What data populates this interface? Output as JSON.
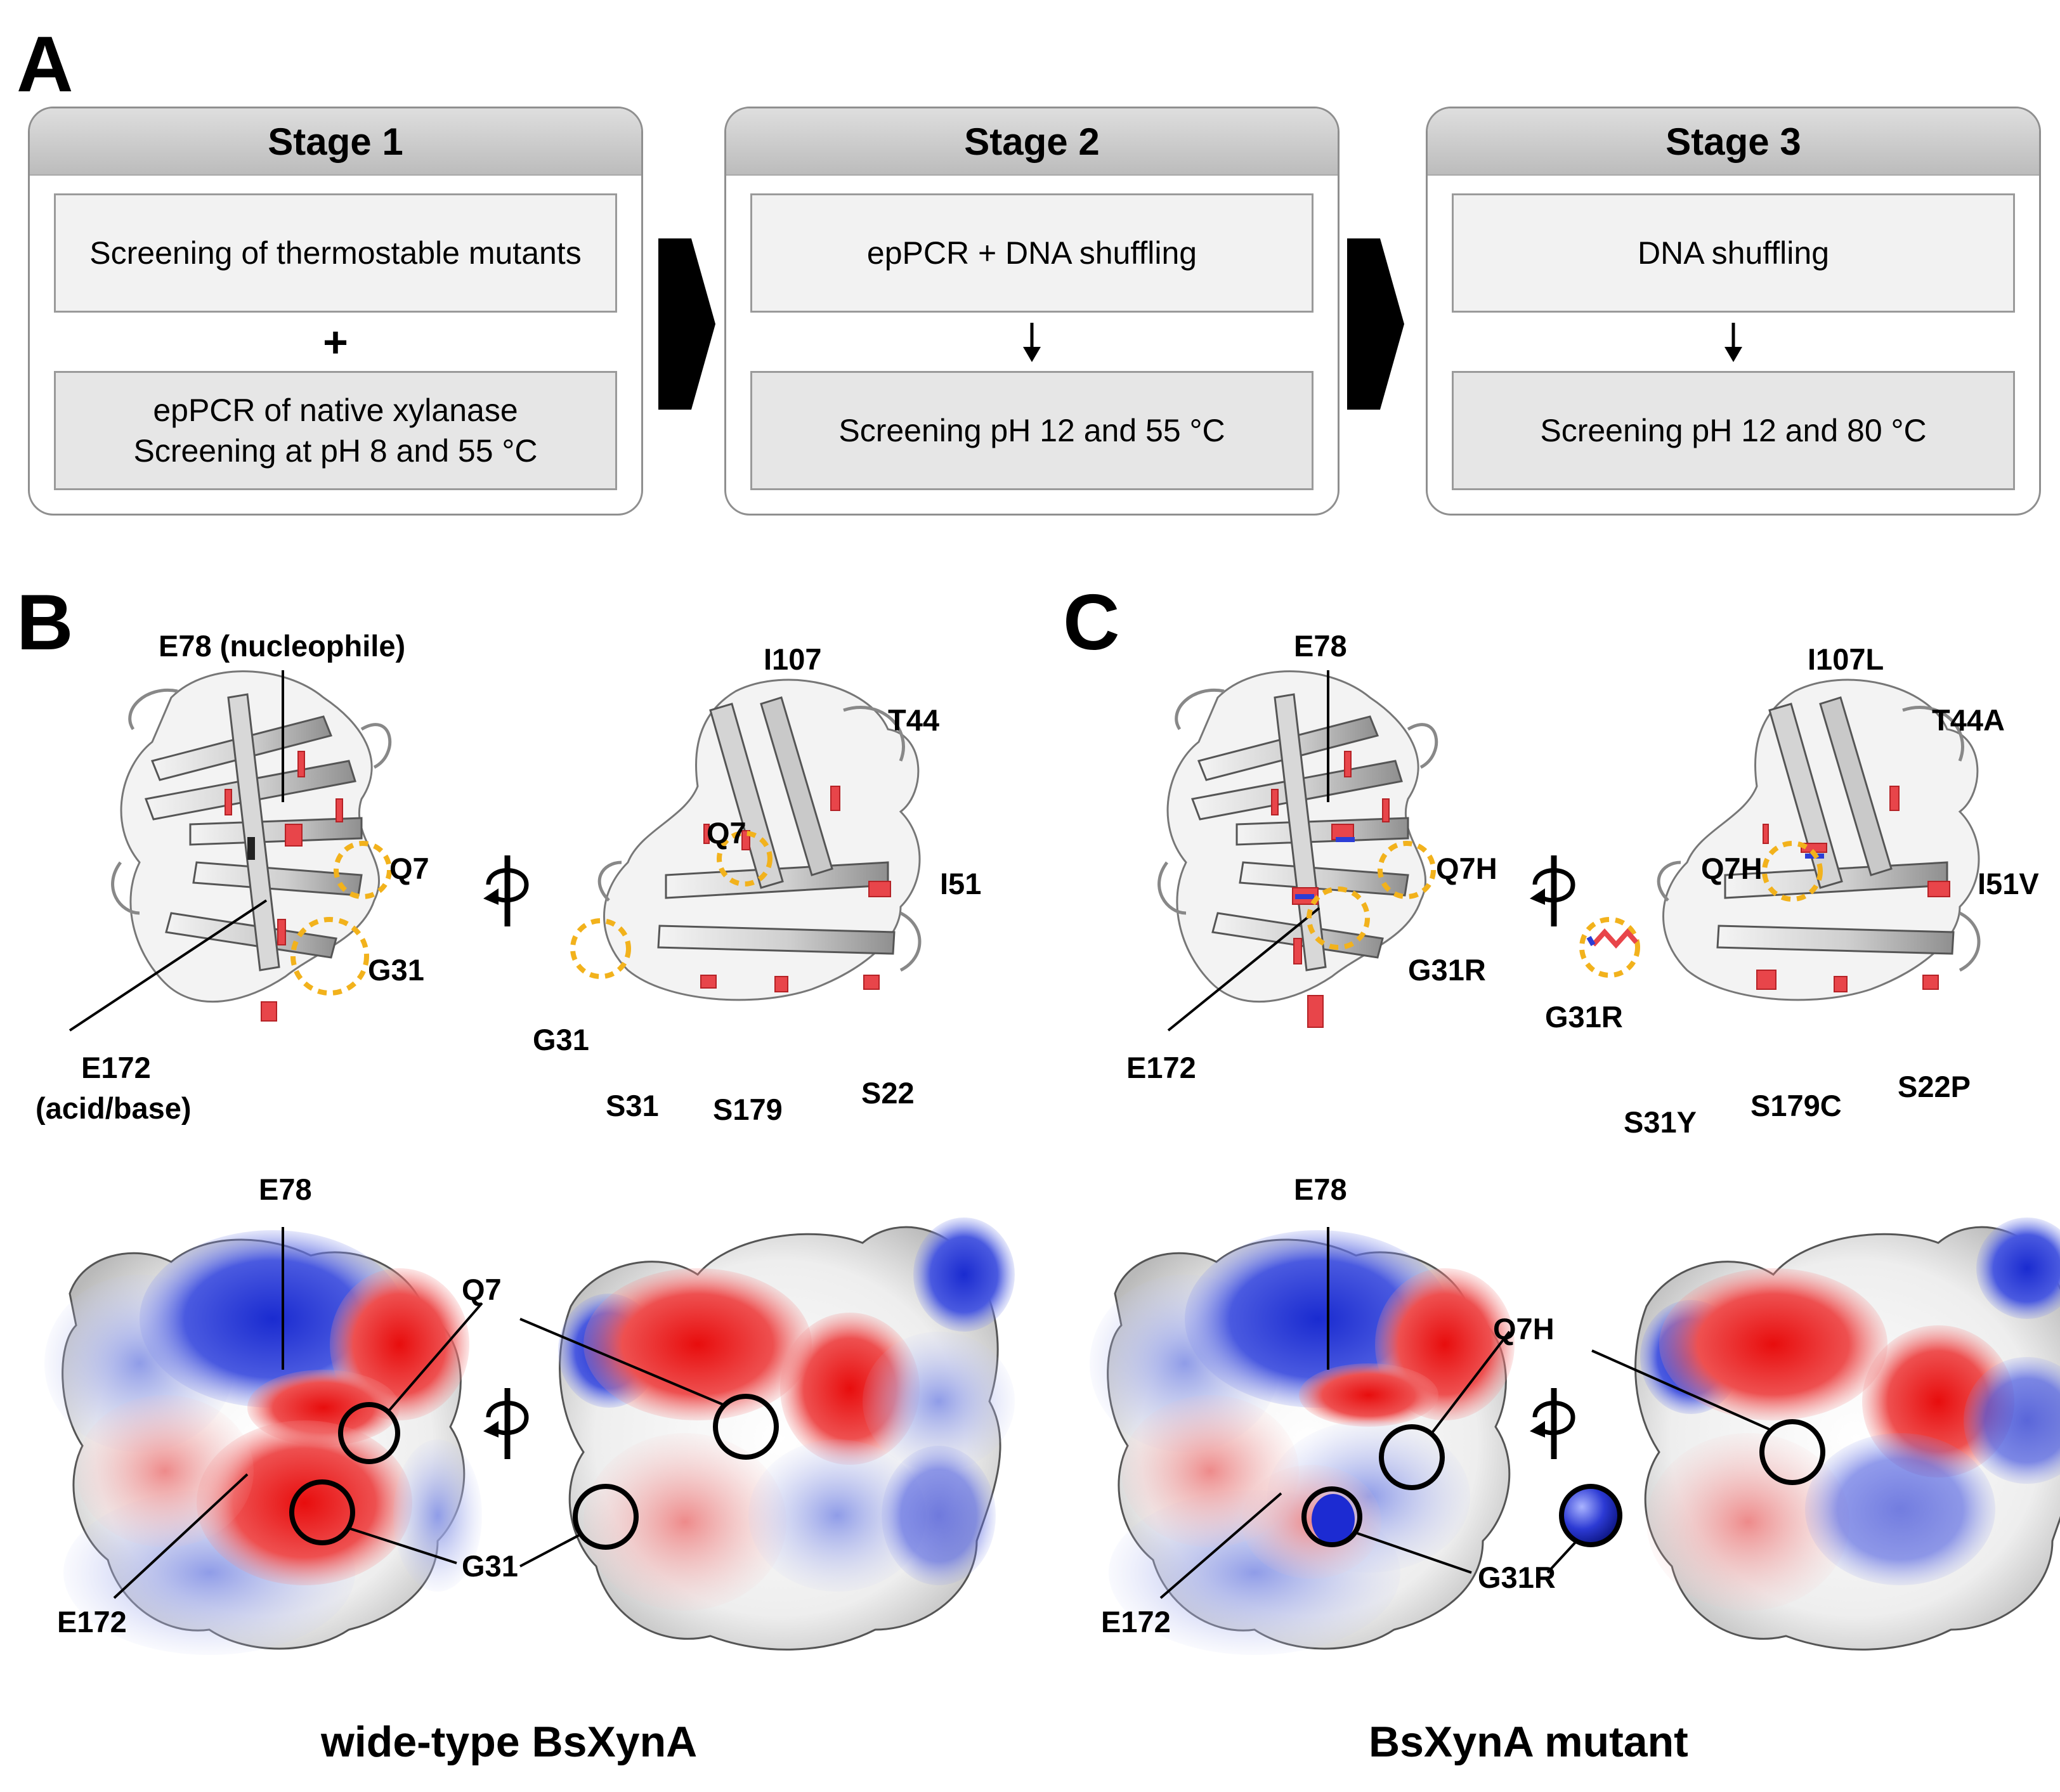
{
  "panels": {
    "a": "A",
    "b": "B",
    "c": "C"
  },
  "stages": [
    {
      "title": "Stage 1",
      "top_text": "Screening of thermostable mutants",
      "connector": "+",
      "bottom_line1": "epPCR of native xylanase",
      "bottom_line2": "Screening at pH 8 and 55 °C"
    },
    {
      "title": "Stage 2",
      "top_text": "epPCR + DNA shuffling",
      "connector": "arrow",
      "bottom_line1": "Screening pH 12 and 55 °C",
      "bottom_line2": ""
    },
    {
      "title": "Stage 3",
      "top_text": "DNA shuffling",
      "connector": "arrow",
      "bottom_line1": "Screening pH 12 and 80 °C",
      "bottom_line2": ""
    }
  ],
  "wildtype": {
    "caption": "wide-type BsXynA",
    "ribbon_front": {
      "e78": "E78 (nucleophile)",
      "q7": "Q7",
      "g31": "G31",
      "e172a": "E172",
      "e172b": "(acid/base)"
    },
    "ribbon_back": {
      "i107": "I107",
      "t44": "T44",
      "q7": "Q7",
      "i51": "I51",
      "g31": "G31",
      "s31": "S31",
      "s179": "S179",
      "s22": "S22"
    },
    "surface": {
      "e78": "E78",
      "q7": "Q7",
      "e172": "E172",
      "g31": "G31"
    }
  },
  "mutant": {
    "caption": "BsXynA mutant",
    "ribbon_front": {
      "e78": "E78",
      "q7h": "Q7H",
      "g31r": "G31R",
      "e172": "E172"
    },
    "ribbon_back": {
      "i107l": "I107L",
      "t44a": "T44A",
      "q7h": "Q7H",
      "i51v": "I51V",
      "g31r": "G31R",
      "s31y": "S31Y",
      "s179c": "S179C",
      "s22p": "S22P"
    },
    "surface": {
      "e78": "E78",
      "q7h": "Q7H",
      "e172": "E172",
      "g31r": "G31R"
    }
  },
  "colors": {
    "ribbon": "#e2e2e2",
    "highlight_residue": "#e8454a",
    "dashed_circle": "#f2b21c",
    "positive": "#1e2ec8",
    "negative": "#e01818",
    "neutral": "#f4f4f4"
  }
}
